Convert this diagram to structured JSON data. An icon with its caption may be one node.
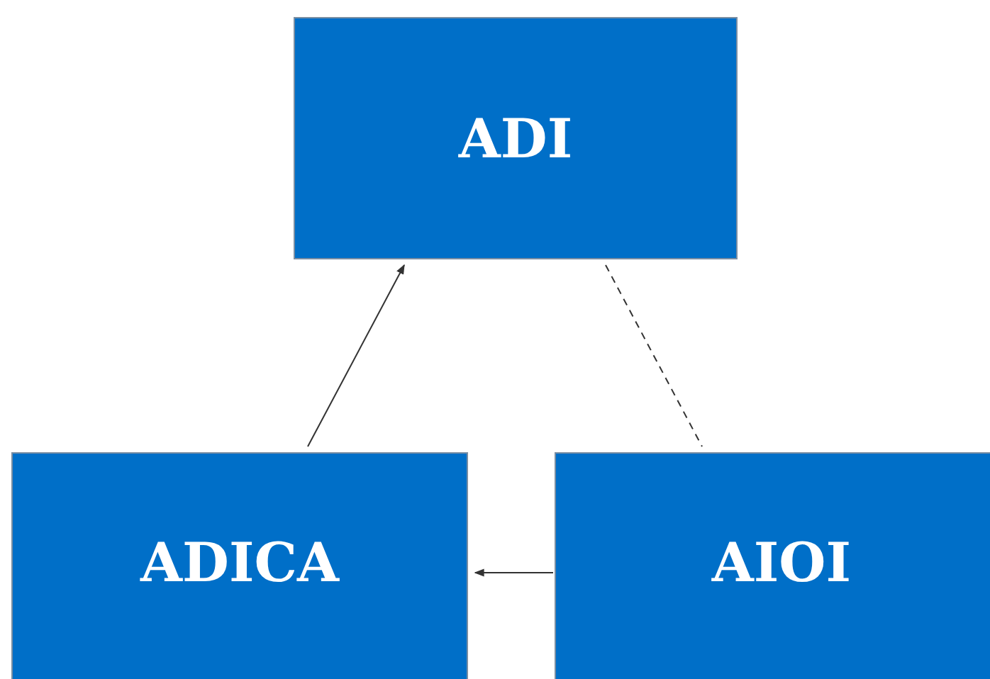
{
  "diagram": {
    "nodes": [
      {
        "text": [
          "ADI"
        ]
      },
      {
        "text": [
          "ADICA"
        ]
      },
      {
        "text": [
          "AIOI"
        ]
      }
    ],
    "edges": [
      {
        "from": 1,
        "to": 0,
        "arrow": "to"
      },
      {
        "from": 2,
        "to": 1,
        "arrow": "to"
      },
      {
        "from": 0,
        "to": 2,
        "arrow": "none",
        "style": "dashed"
      }
    ]
  }
}
